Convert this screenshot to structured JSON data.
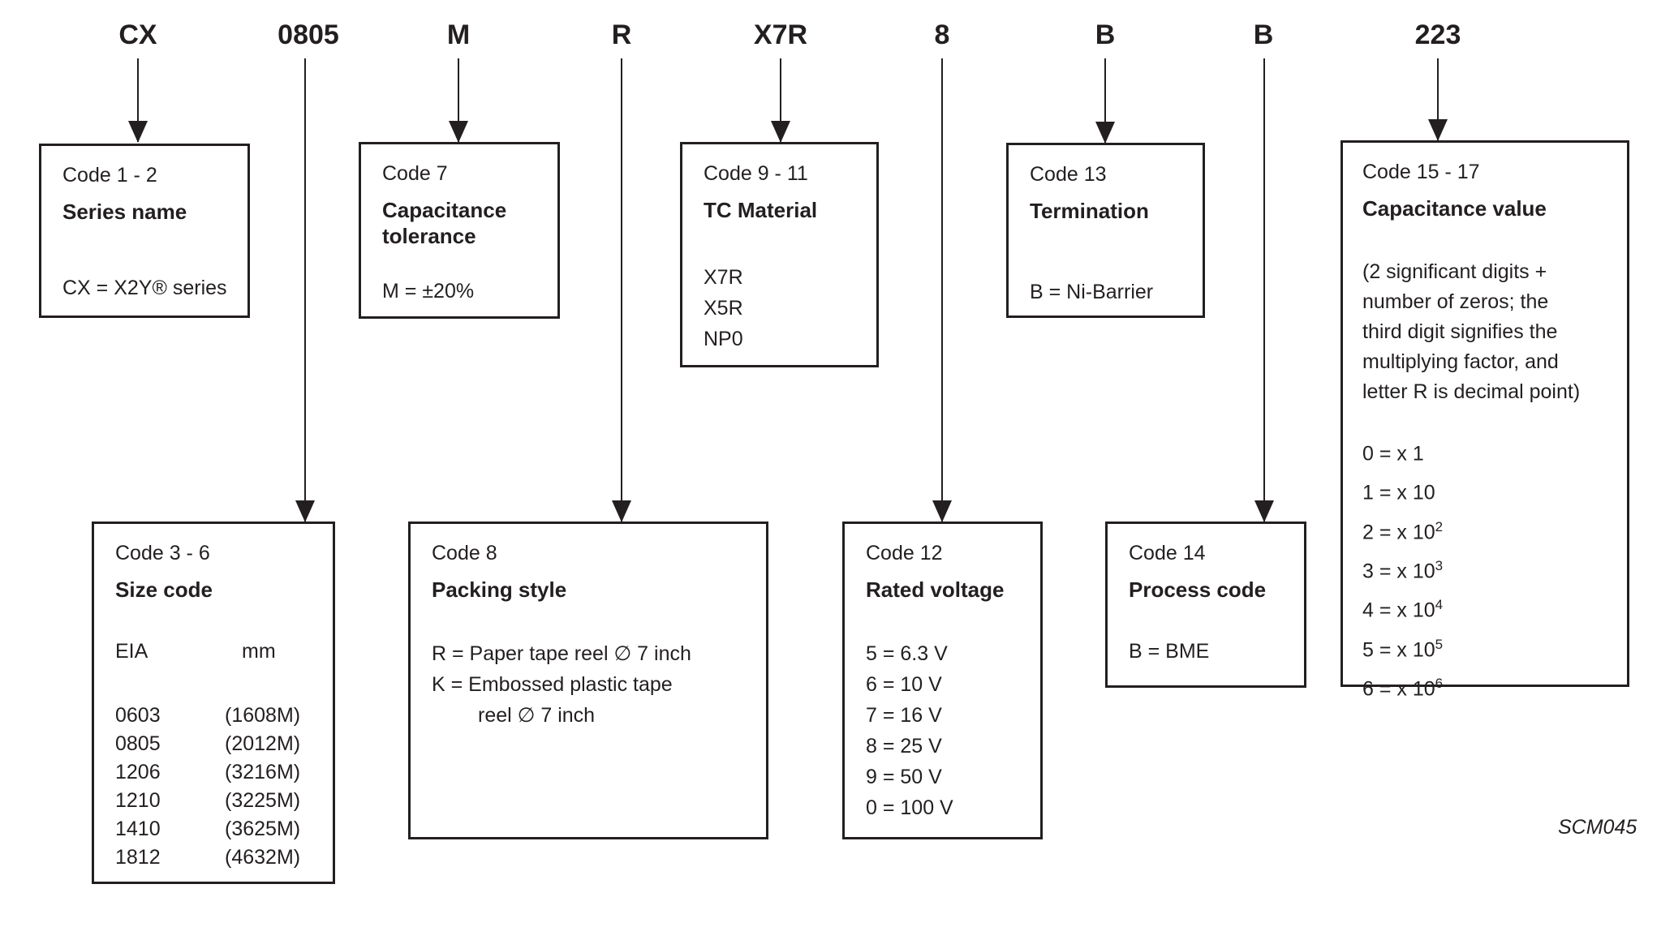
{
  "part_number": {
    "segments": [
      "CX",
      "0805",
      "M",
      "R",
      "X7R",
      "8",
      "B",
      "B",
      "223"
    ]
  },
  "boxes": {
    "series_name": {
      "code": "Code 1 - 2",
      "title": "Series name",
      "value": "CX = X2Y® series"
    },
    "capacitance_tolerance": {
      "code": "Code 7",
      "title": "Capacitance tolerance",
      "value": "M = ±20%"
    },
    "tc_material": {
      "code": "Code 9 - 11",
      "title": "TC Material",
      "options": [
        "X7R",
        "X5R",
        "NP0"
      ]
    },
    "termination": {
      "code": "Code 13",
      "title": "Termination",
      "value": "B = Ni-Barrier"
    },
    "capacitance_value": {
      "code": "Code 15 - 17",
      "title": "Capacitance value",
      "note_lines": [
        "(2 significant digits +",
        "number of zeros; the",
        "third digit signifies the",
        "multiplying factor, and",
        "letter R is decimal point)"
      ],
      "multipliers": [
        {
          "prefix": "0 = x 1",
          "sup": ""
        },
        {
          "prefix": "1 = x 10",
          "sup": ""
        },
        {
          "prefix": "2 = x 10",
          "sup": "2"
        },
        {
          "prefix": "3 = x 10",
          "sup": "3"
        },
        {
          "prefix": "4 = x 10",
          "sup": "4"
        },
        {
          "prefix": "5 = x 10",
          "sup": "5"
        },
        {
          "prefix": "6 = x 10",
          "sup": "6"
        }
      ]
    },
    "size_code": {
      "code": "Code 3 - 6",
      "title": "Size code",
      "col_headers": [
        "EIA",
        "mm"
      ],
      "rows": [
        [
          "0603",
          "(1608M)"
        ],
        [
          "0805",
          "(2012M)"
        ],
        [
          "1206",
          "(3216M)"
        ],
        [
          "1210",
          "(3225M)"
        ],
        [
          "1410",
          "(3625M)"
        ],
        [
          "1812",
          "(4632M)"
        ]
      ]
    },
    "packing_style": {
      "code": "Code 8",
      "title": "Packing style",
      "lines": [
        "R = Paper tape reel ∅ 7 inch",
        "K = Embossed plastic tape",
        "reel ∅ 7 inch"
      ]
    },
    "rated_voltage": {
      "code": "Code 12",
      "title": "Rated voltage",
      "options": [
        "5 = 6.3 V",
        "6 = 10 V",
        "7 = 16 V",
        "8 = 25 V",
        "9 = 50 V",
        "0 = 100 V"
      ]
    },
    "process_code": {
      "code": "Code 14",
      "title": "Process code",
      "value": "B = BME"
    }
  },
  "footer": {
    "doc_id": "SCM045"
  }
}
